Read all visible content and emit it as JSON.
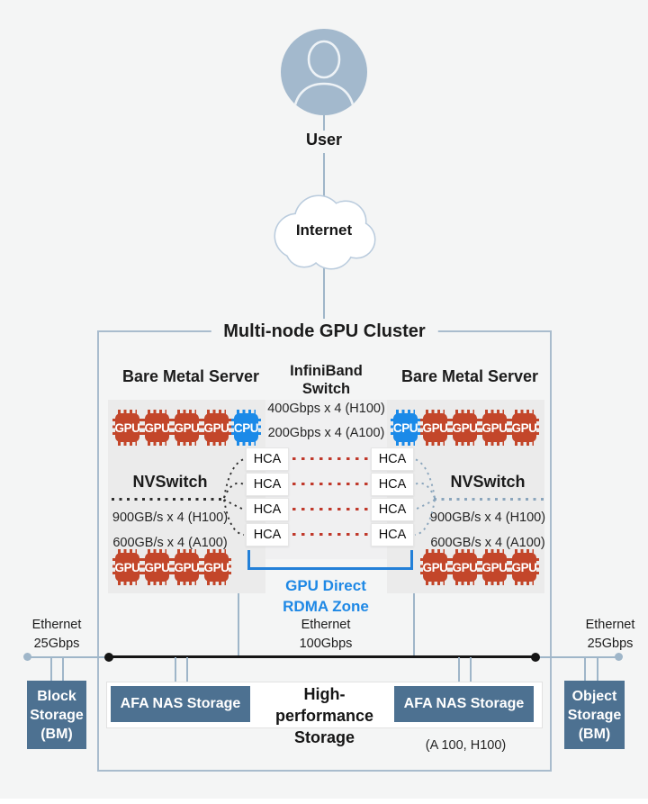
{
  "user": {
    "label": "User"
  },
  "internet": {
    "label": "Internet"
  },
  "cluster": {
    "title": "Multi-node GPU Cluster",
    "infiniband": {
      "title1": "InfiniBand",
      "title2": "Switch",
      "spec_h100": "400Gbps x 4 (H100)",
      "spec_a100": "200Gbps x 4 (A100)"
    },
    "left_server": {
      "title": "Bare Metal Server",
      "top_chips": [
        "GPU",
        "GPU",
        "GPU",
        "GPU",
        "CPU"
      ],
      "bottom_chips": [
        "GPU",
        "GPU",
        "GPU",
        "GPU"
      ],
      "nvswitch_title": "NVSwitch",
      "nvswitch_spec_h100": "900GB/s x 4 (H100)",
      "nvswitch_spec_a100": "600GB/s x 4 (A100)"
    },
    "right_server": {
      "title": "Bare Metal Server",
      "top_chips": [
        "CPU",
        "GPU",
        "GPU",
        "GPU",
        "GPU"
      ],
      "bottom_chips": [
        "GPU",
        "GPU",
        "GPU",
        "GPU"
      ],
      "nvswitch_title": "NVSwitch",
      "nvswitch_spec_h100": "900GB/s x 4 (H100)",
      "nvswitch_spec_a100": "600GB/s x 4 (A100)"
    },
    "hca_label": "HCA",
    "hca_rows": 4,
    "rdma": {
      "line1": "GPU Direct",
      "line2": "RDMA Zone"
    }
  },
  "network": {
    "left": {
      "line1": "Ethernet",
      "line2": "25Gbps"
    },
    "center": {
      "line1": "Ethernet",
      "line2": "100Gbps"
    },
    "right": {
      "line1": "Ethernet",
      "line2": "25Gbps"
    }
  },
  "storage": {
    "block": [
      "Block",
      "Storage",
      "(BM)"
    ],
    "object": [
      "Object",
      "Storage",
      "(BM)"
    ],
    "afa_left": "AFA NAS Storage",
    "afa_right": "AFA NAS Storage",
    "high_performance": {
      "line1": "High-performance",
      "line2": "Storage"
    },
    "note": "(A 100, H100)"
  },
  "colors": {
    "gpu_chip": "#C3462A",
    "cpu_chip": "#1B8AE8",
    "storage_box": "#4D7191",
    "rdma_blue": "#1E88E5",
    "hca_link_red": "#C0392B",
    "connector_gray": "#9FB6C9",
    "cluster_border": "#A9BCCD",
    "panel_gray": "#EBEBEB"
  }
}
